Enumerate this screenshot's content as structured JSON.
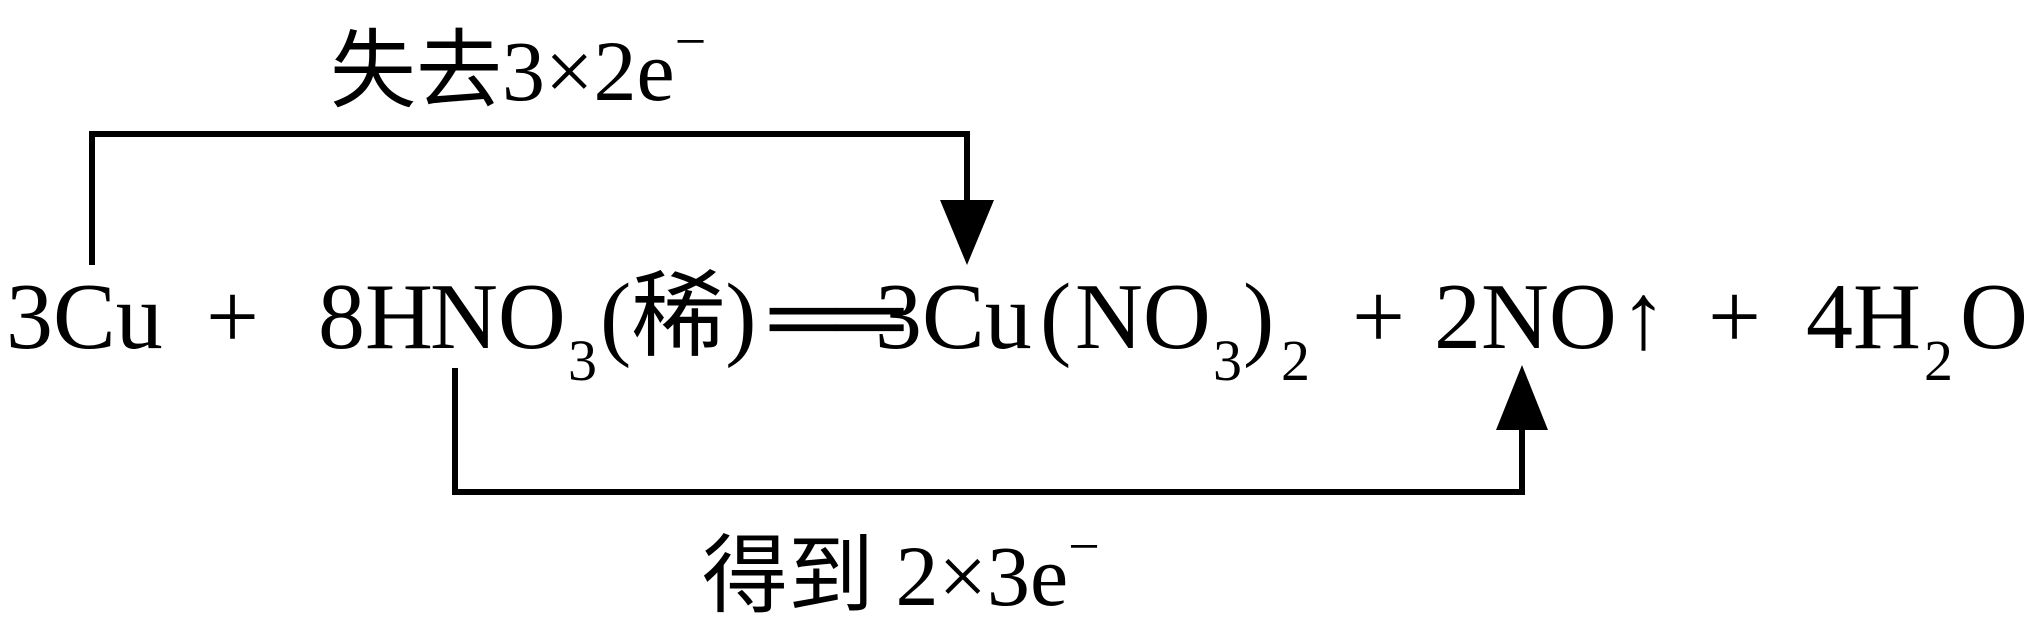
{
  "diagram": {
    "equation": {
      "coef_cu": "3",
      "cu": "Cu",
      "plus1": "+",
      "coef_hno3": "8",
      "h": "H",
      "no": "NO",
      "sub3": "3",
      "dilute": "(稀)",
      "equals": "══",
      "coef_cuno3": "3",
      "cu2": "Cu",
      "lparen": "(",
      "no_b": "NO",
      "sub3_b": "3",
      "rparen": ")",
      "sub2": "2",
      "plus2": "+",
      "coef_no": "2",
      "no_c": "NO",
      "gas_arrow": "↑",
      "plus3": "+",
      "coef_h2o": "4",
      "h_b": "H",
      "sub2_b": "2",
      "o": "O"
    },
    "top_label": {
      "text": "失去3×2e",
      "sup": "−"
    },
    "bottom_label": {
      "text": "得到 2×3e",
      "sup": "−"
    }
  }
}
